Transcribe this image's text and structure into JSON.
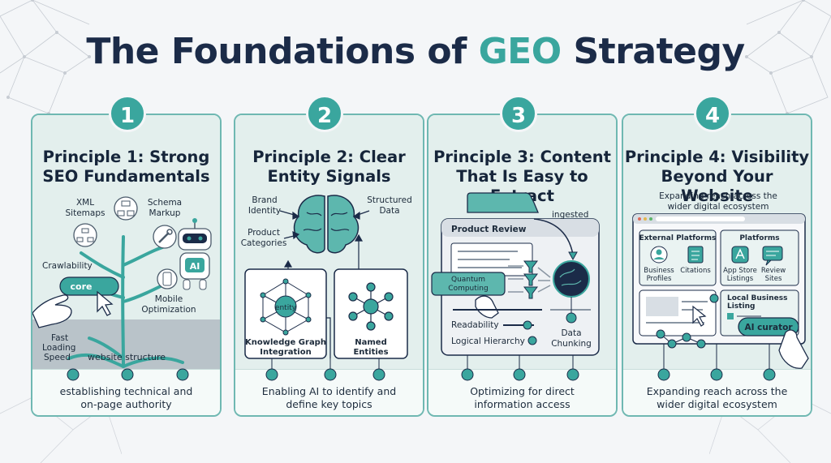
{
  "title": {
    "part1": "The Foundations of",
    "accent": "GEO",
    "part2": "Strategy"
  },
  "cards": [
    {
      "number": "1",
      "heading_line1": "Principle 1: Strong",
      "heading_line2": "SEO Fundamentals",
      "labels": {
        "xml": "XML",
        "sitemaps": "Sitemaps",
        "schema": "Schema",
        "markup": "Markup",
        "crawlability": "Crawlability",
        "core": "core",
        "ai": "AI",
        "mobile": "Mobile",
        "optimization": "Optimization",
        "fast": "Fast",
        "loading": "Loading",
        "speed": "Speed",
        "website_structure": "website structure"
      },
      "caption_line1": "establishing technical and",
      "caption_line2": "on-page authority"
    },
    {
      "number": "2",
      "heading_line1": "Principle 2: Clear",
      "heading_line2": "Entity Signals",
      "labels": {
        "brand": "Brand",
        "identity": "Identity",
        "structured": "Structured",
        "data": "Data",
        "product": "Product",
        "categories": "Categories",
        "entity": "entity",
        "kg1": "Knowledge Graph",
        "kg2": "Integration",
        "named": "Named",
        "entities": "Entities"
      },
      "caption_line1": "Enabling AI to identify and",
      "caption_line2": "define key topics"
    },
    {
      "number": "3",
      "heading_line1": "Principle 3: Content",
      "heading_line2": "That Is Easy to Extract",
      "labels": {
        "ingested": "ingested",
        "product_review": "Product Review",
        "quantum": "Quantum",
        "computing": "Computing",
        "readability": "Readability",
        "logical_hierarchy": "Logical Hierarchy",
        "data": "Data",
        "chunking": "Chunking"
      },
      "caption_line1": "Optimizing for direct",
      "caption_line2": "information access"
    },
    {
      "number": "4",
      "heading_line1": "Principle 4: Visibility",
      "heading_line2": "Beyond Your Website",
      "labels": {
        "reach1": "Expanding reach across the",
        "reach2": "wider digital ecosystem",
        "external_platforms": "External Platforms",
        "platforms": "Platforms",
        "business": "Business",
        "profiles": "Profiles",
        "citations": "Citations",
        "app_store": "App Store",
        "listings": "Listings",
        "review": "Review",
        "sites": "Sites",
        "local_business": "Local Business",
        "listing": "Listing",
        "ai_curator": "AI curator"
      },
      "caption_line1": "Expanding reach across the",
      "caption_line2": "wider digital ecosystem"
    }
  ],
  "colors": {
    "teal": "#3aa69e",
    "navy": "#1b2b48",
    "card_border": "#6fb8b2"
  }
}
